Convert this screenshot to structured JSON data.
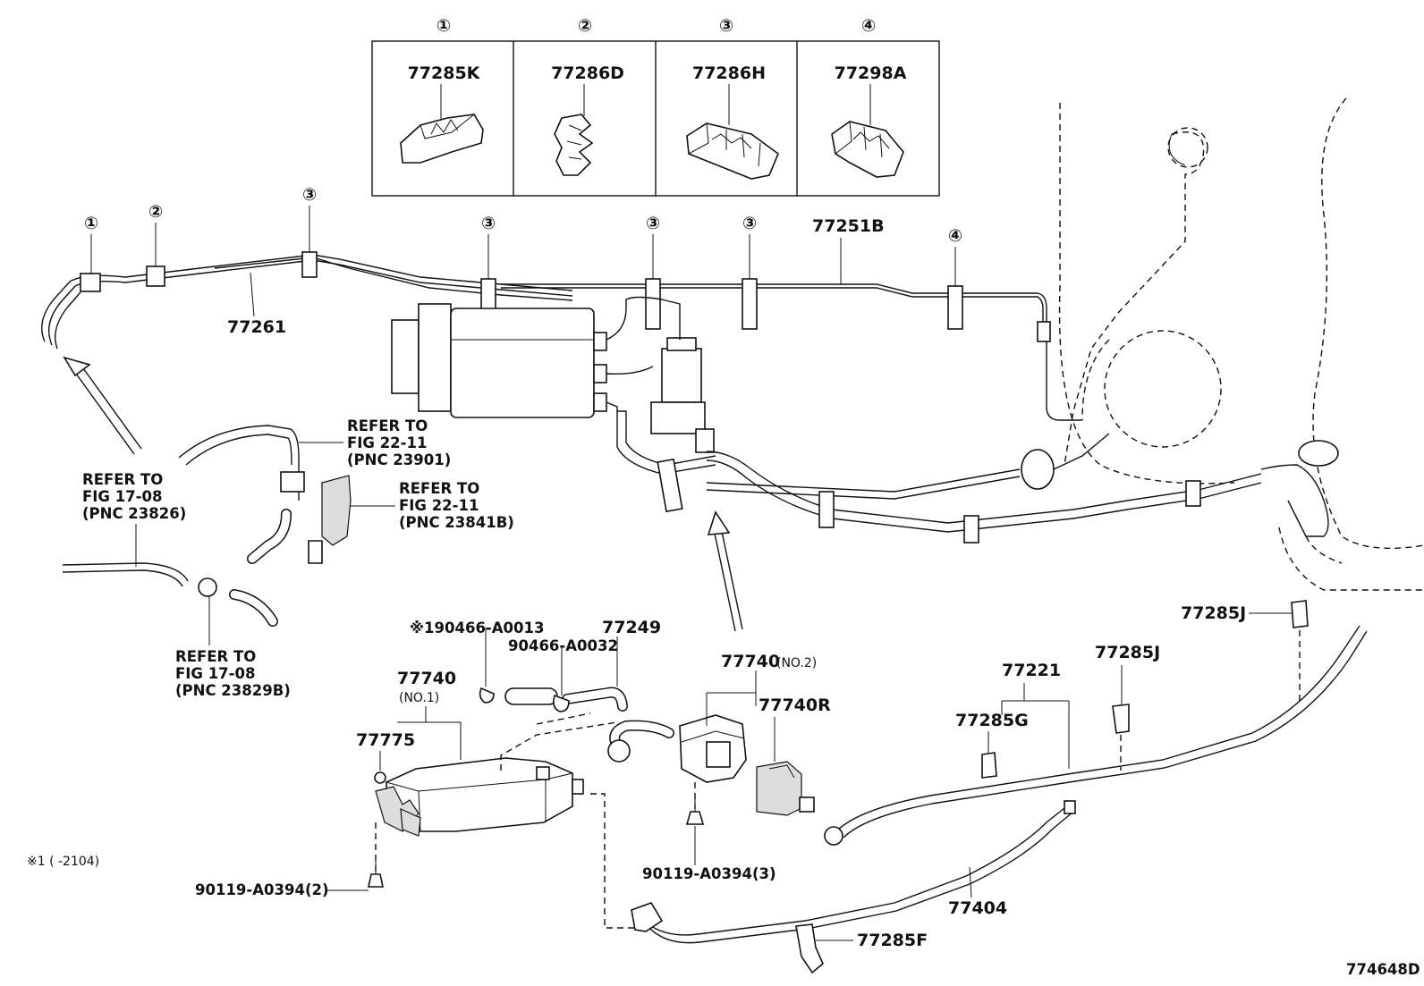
{
  "legend": {
    "cells": [
      {
        "num": "①",
        "part": "77285K"
      },
      {
        "num": "②",
        "part": "77286D"
      },
      {
        "num": "③",
        "part": "77286H"
      },
      {
        "num": "④",
        "part": "77298A"
      }
    ]
  },
  "callouts": {
    "c1": "①",
    "c2": "②",
    "c3": "③",
    "c4": "④"
  },
  "labels": {
    "p77261": "77261",
    "p77251B": "77251B",
    "p77249": "77249",
    "p190466": "※190466-A0013",
    "p90466": "90466-A0032",
    "p77740_main": "77740",
    "p77740_no1": "(NO.1)",
    "p77775": "77775",
    "p77740_2": "77740",
    "p77740_2_sub": "(NO.2)",
    "p77740R": "77740R",
    "p77221": "77221",
    "p77285G": "77285G",
    "p77285J_a": "77285J",
    "p77285J_b": "77285J",
    "p90119_2": "90119-A0394(2)",
    "p90119_3": "90119-A0394(3)",
    "p77404": "77404",
    "p77285F": "77285F",
    "footnote": "※1 (      -2104)",
    "figure_id": "774648D"
  },
  "refs": {
    "r1": [
      "REFER TO",
      "FIG 22-11",
      "(PNC 23901)"
    ],
    "r2": [
      "REFER TO",
      "FIG 22-11",
      "(PNC 23841B)"
    ],
    "r3": [
      "REFER TO",
      "FIG 17-08",
      "(PNC 23826)"
    ],
    "r4": [
      "REFER TO",
      "FIG 17-08",
      "(PNC 23829B)"
    ]
  }
}
